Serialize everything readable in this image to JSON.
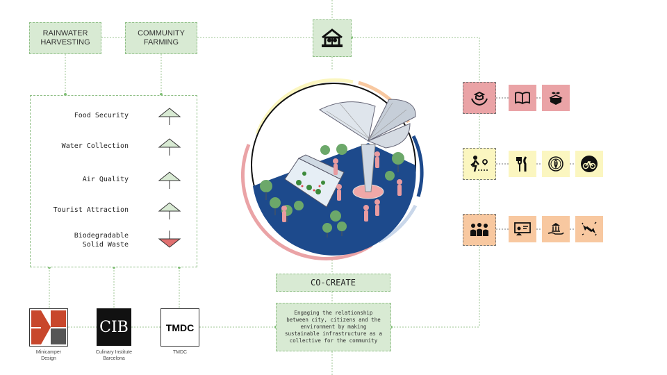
{
  "top_boxes": {
    "rainwater": "RAINWATER\nHARVESTING",
    "community": "COMMUNITY\nFARMING"
  },
  "indicators": [
    {
      "label": "Food Security",
      "trend": "up"
    },
    {
      "label": "Water Collection",
      "trend": "up"
    },
    {
      "label": "Air Quality",
      "trend": "up"
    },
    {
      "label": "Tourist Attraction",
      "trend": "up"
    },
    {
      "label": "Biodegradable\nSolid Waste",
      "trend": "down"
    }
  ],
  "cocreate": {
    "title": "CO-CREATE",
    "description": "Engaging the relationship between city, citizens and the environment by making sustainable infrastructure as a collective for the community"
  },
  "logos": [
    {
      "name": "minicamper",
      "caption": "Minicamper\nDesign"
    },
    {
      "name": "cib",
      "text": "CIB",
      "caption": "Culinary Institute\nBarcelona"
    },
    {
      "name": "tmdc",
      "text": "TMDC",
      "caption": "TMDC"
    }
  ],
  "icon_rows": [
    {
      "color": "#eaa3a6",
      "icons": [
        "hands-heart-icon",
        "book-icon",
        "seedling-box-icon"
      ]
    },
    {
      "color": "#fbf6c0",
      "icons": [
        "walking-route-icon",
        "fork-knife-icon",
        "leaf-coin-icon",
        "bicycle-icon"
      ]
    },
    {
      "color": "#f8c8a0",
      "icons": [
        "community-group-icon",
        "presentation-icon",
        "museum-hand-icon",
        "handshake-icon"
      ]
    }
  ],
  "colors": {
    "green_box": "#d8ead3",
    "green_border": "#8fbf86",
    "pink": "#eaa3a6",
    "yellow": "#fbf6c0",
    "orange": "#f8c8a0",
    "blue": "#1d4a8c",
    "arrow_down": "#e07070"
  }
}
